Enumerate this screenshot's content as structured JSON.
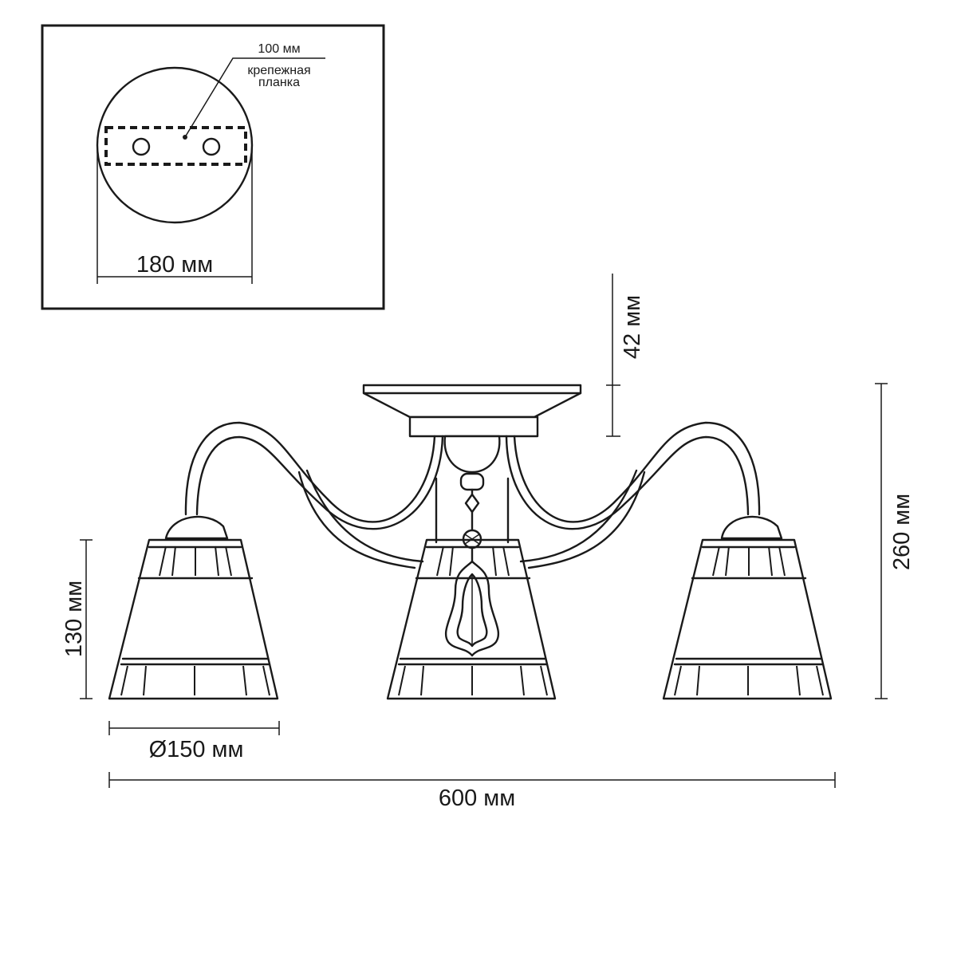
{
  "inset": {
    "plate_spacing_label": "100 мм",
    "plate_label_line1": "крепежная",
    "plate_label_line2": "планка",
    "base_diameter_label": "180 мм"
  },
  "dimensions": {
    "base_height": "42 мм",
    "total_height": "260 мм",
    "shade_height": "130 мм",
    "shade_diameter": "Ø150 мм",
    "total_width": "600 мм"
  }
}
